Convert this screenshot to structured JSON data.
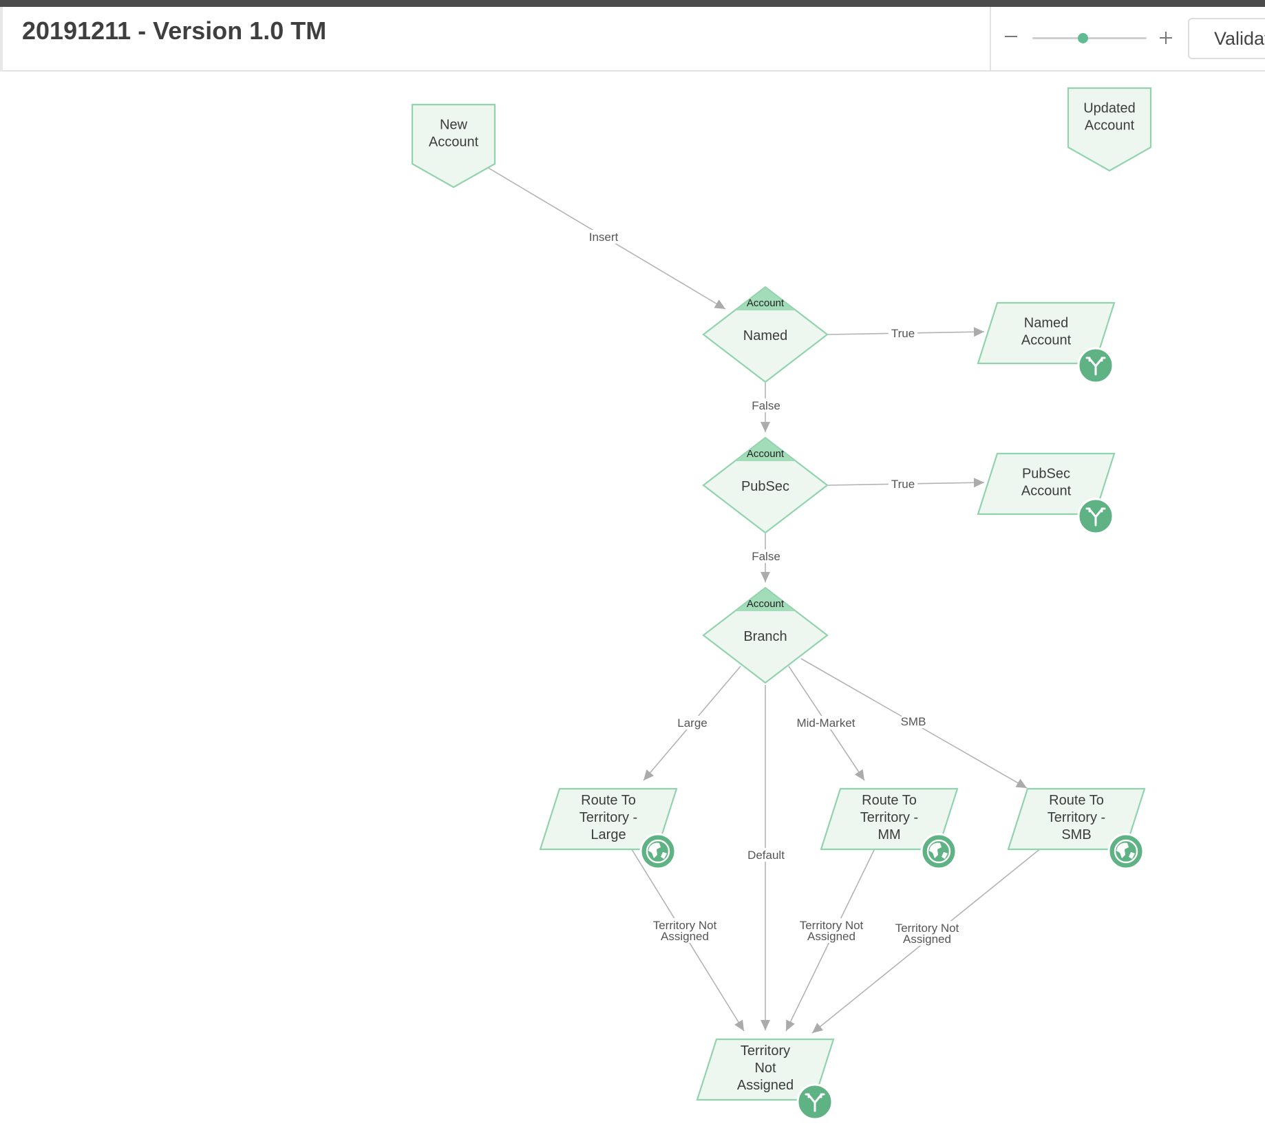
{
  "header": {
    "title": "20191211 - Version 1.0 TM",
    "zoom_minus_icon": "minus-icon",
    "zoom_plus_icon": "plus-icon",
    "zoom_level": 0.44,
    "validate_label": "Validat"
  },
  "colors": {
    "node_fill": "#edf7f0",
    "node_stroke": "#91d3ac",
    "decision_cap": "#a3dcb9",
    "badge": "#5fb283",
    "connector": "#b3b3b3",
    "slider_thumb": "#5fbb92"
  },
  "flow": {
    "nodes": [
      {
        "id": "new-account",
        "type": "start",
        "label": [
          "New",
          "Account"
        ]
      },
      {
        "id": "updated-account",
        "type": "start",
        "label": [
          "Updated",
          "Account"
        ]
      },
      {
        "id": "named",
        "type": "decision",
        "cap": "Account",
        "label": [
          "Named"
        ]
      },
      {
        "id": "pubsec",
        "type": "decision",
        "cap": "Account",
        "label": [
          "PubSec"
        ]
      },
      {
        "id": "branch",
        "type": "decision",
        "cap": "Account",
        "label": [
          "Branch"
        ]
      },
      {
        "id": "named-account",
        "type": "action",
        "label": [
          "Named",
          "Account"
        ],
        "badge": "split-icon"
      },
      {
        "id": "pubsec-account",
        "type": "action",
        "label": [
          "PubSec",
          "Account"
        ],
        "badge": "split-icon"
      },
      {
        "id": "route-large",
        "type": "action",
        "label": [
          "Route To",
          "Territory -",
          "Large"
        ],
        "badge": "globe-icon"
      },
      {
        "id": "route-mm",
        "type": "action",
        "label": [
          "Route To",
          "Territory -",
          "MM"
        ],
        "badge": "globe-icon"
      },
      {
        "id": "route-smb",
        "type": "action",
        "label": [
          "Route To",
          "Territory -",
          "SMB"
        ],
        "badge": "globe-icon"
      },
      {
        "id": "territory-not-assigned",
        "type": "action",
        "label": [
          "Territory",
          "Not",
          "Assigned"
        ],
        "badge": "split-icon"
      }
    ],
    "edges": [
      {
        "id": "new-to-named",
        "from": "new-account",
        "to": "named",
        "label": [
          "Insert"
        ]
      },
      {
        "id": "named-true",
        "from": "named",
        "to": "named-account",
        "label": [
          "True"
        ]
      },
      {
        "id": "named-false",
        "from": "named",
        "to": "pubsec",
        "label": [
          "False"
        ]
      },
      {
        "id": "pubsec-true",
        "from": "pubsec",
        "to": "pubsec-account",
        "label": [
          "True"
        ]
      },
      {
        "id": "pubsec-false",
        "from": "pubsec",
        "to": "branch",
        "label": [
          "False"
        ]
      },
      {
        "id": "branch-large",
        "from": "branch",
        "to": "route-large",
        "label": [
          "Large"
        ]
      },
      {
        "id": "branch-mid-market",
        "from": "branch",
        "to": "route-mm",
        "label": [
          "Mid-Market"
        ]
      },
      {
        "id": "branch-smb",
        "from": "branch",
        "to": "route-smb",
        "label": [
          "SMB"
        ]
      },
      {
        "id": "branch-default",
        "from": "branch",
        "to": "territory-not-assigned",
        "label": [
          "Default"
        ]
      },
      {
        "id": "large-not-assigned",
        "from": "route-large",
        "to": "territory-not-assigned",
        "label": [
          "Territory Not",
          "Assigned"
        ]
      },
      {
        "id": "mm-not-assigned",
        "from": "route-mm",
        "to": "territory-not-assigned",
        "label": [
          "Territory Not",
          "Assigned"
        ]
      },
      {
        "id": "smb-not-assigned",
        "from": "route-smb",
        "to": "territory-not-assigned",
        "label": [
          "Territory Not",
          "Assigned"
        ]
      }
    ]
  }
}
